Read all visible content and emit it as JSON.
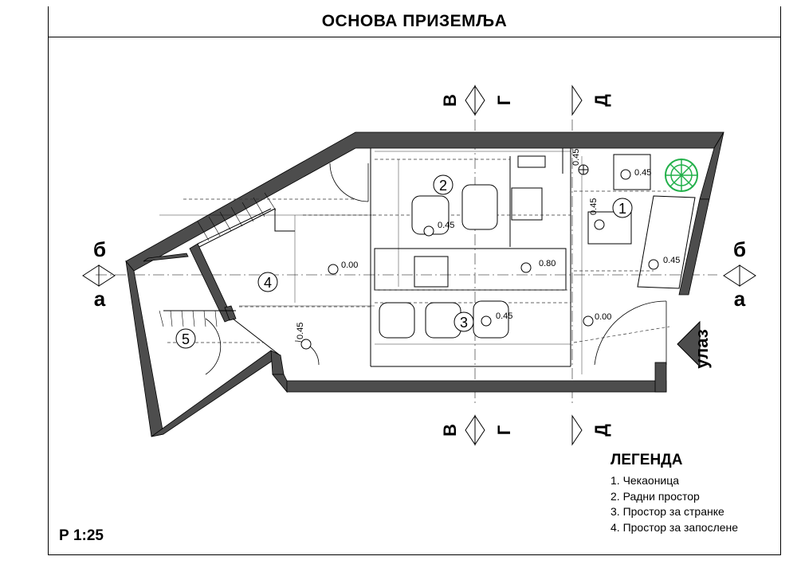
{
  "title": "ОСНОВА ПРИЗЕМЉА",
  "scale": "Р 1:25",
  "legend": {
    "title": "ЛЕГЕНДА",
    "items": [
      "1. Чекаоница",
      "2. Радни простор",
      "3. Простор за странке",
      "4. Простор за запослене"
    ]
  },
  "rooms": [
    "1",
    "2",
    "3",
    "4",
    "5"
  ],
  "section_marks": {
    "a": "а",
    "b": "б",
    "v": "В",
    "g": "Г",
    "d": "Д"
  },
  "levels": {
    "room1_top": "0.45",
    "room1_upper": "0.45",
    "room1_left": "0.45",
    "room1_right": "0.45",
    "room2": "0.45",
    "room3": "0.45",
    "room4": "0.00",
    "entrance": "0.00",
    "counter": "0.80",
    "corridor": "0.45"
  },
  "entrance_label": "улаз",
  "colors": {
    "wall": "#4d4d4d",
    "plant": "#22b04a",
    "line": "#000000"
  }
}
